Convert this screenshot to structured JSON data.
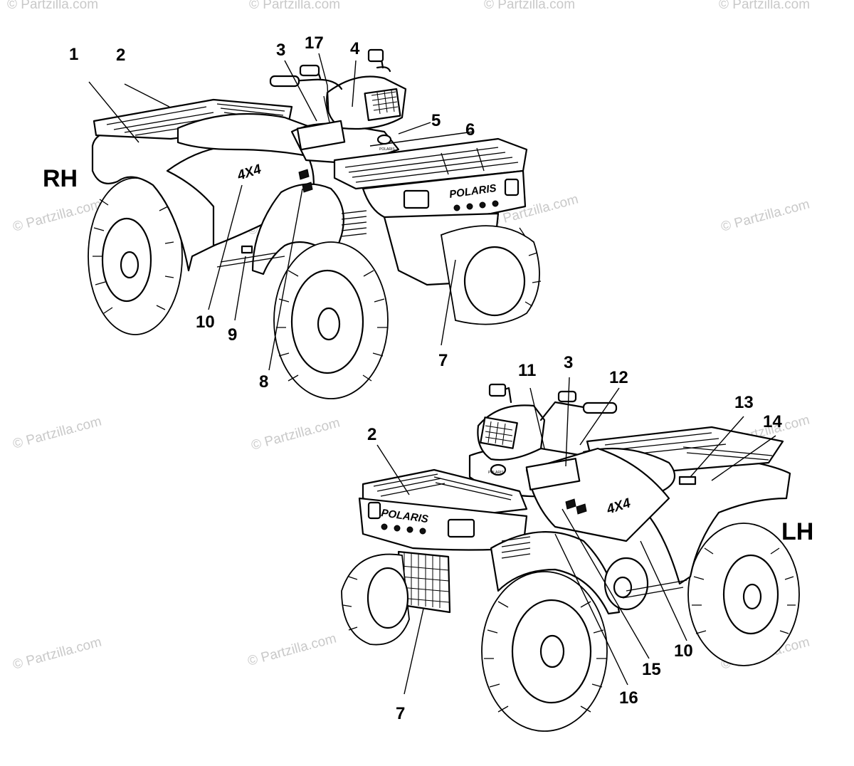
{
  "diagram": {
    "side_labels": {
      "right": "RH",
      "left": "LH"
    },
    "decal_text": {
      "brand": "POLARIS",
      "model": "4X4"
    },
    "watermark": "© Partzilla.com",
    "callouts_rh": [
      {
        "id": "c1",
        "label": "1"
      },
      {
        "id": "c2",
        "label": "2"
      },
      {
        "id": "c3",
        "label": "3"
      },
      {
        "id": "c17",
        "label": "17"
      },
      {
        "id": "c4",
        "label": "4"
      },
      {
        "id": "c5",
        "label": "5"
      },
      {
        "id": "c6",
        "label": "6"
      },
      {
        "id": "c10",
        "label": "10"
      },
      {
        "id": "c9",
        "label": "9"
      },
      {
        "id": "c8",
        "label": "8"
      },
      {
        "id": "c7",
        "label": "7"
      }
    ],
    "callouts_lh": [
      {
        "id": "d11",
        "label": "11"
      },
      {
        "id": "d3",
        "label": "3"
      },
      {
        "id": "d12",
        "label": "12"
      },
      {
        "id": "d2",
        "label": "2"
      },
      {
        "id": "d13",
        "label": "13"
      },
      {
        "id": "d14",
        "label": "14"
      },
      {
        "id": "d10",
        "label": "10"
      },
      {
        "id": "d15",
        "label": "15"
      },
      {
        "id": "d16",
        "label": "16"
      },
      {
        "id": "d7",
        "label": "7"
      }
    ]
  }
}
